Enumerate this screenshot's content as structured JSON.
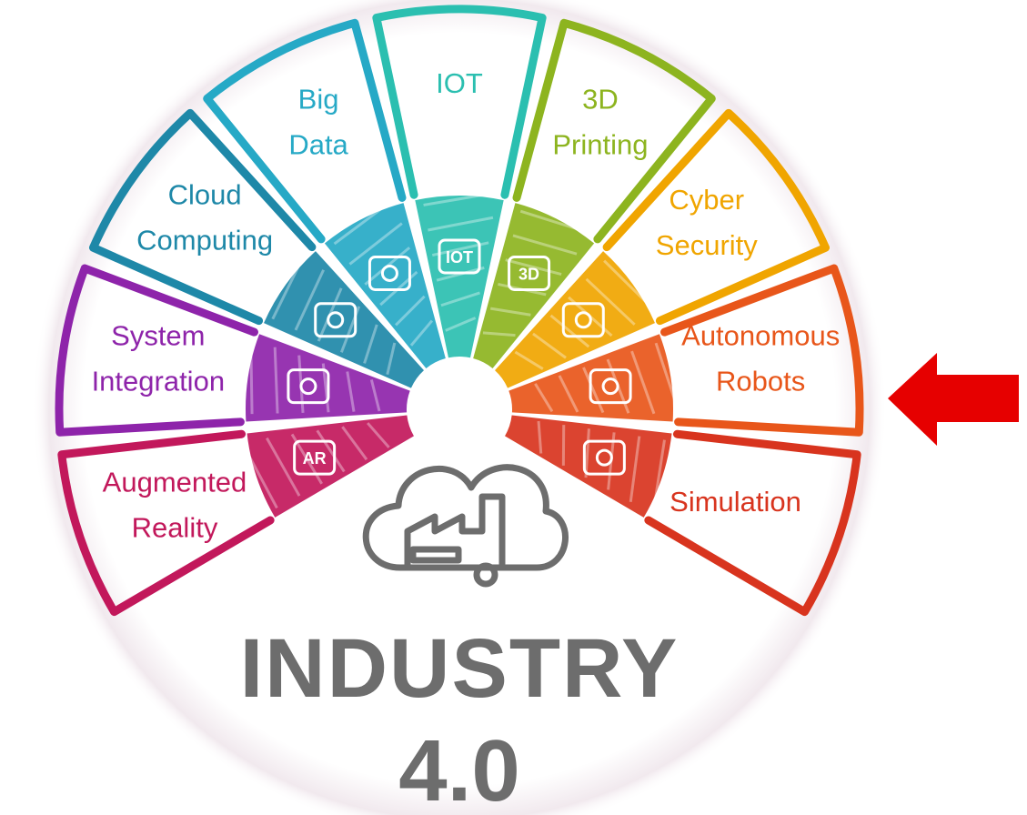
{
  "diagram": {
    "title": "INDUSTRY",
    "version": "4.0",
    "segments": [
      {
        "label_lines": [
          "Augmented",
          "Reality"
        ],
        "color": "#c2185b",
        "icon": "ar-glasses-icon",
        "icon_text": "AR"
      },
      {
        "label_lines": [
          "System",
          "Integration"
        ],
        "color": "#8e24aa",
        "icon": "database-sync-icon",
        "icon_text": ""
      },
      {
        "label_lines": [
          "Cloud",
          "Computing"
        ],
        "color": "#1e88a8",
        "icon": "cloud-upload-icon",
        "icon_text": ""
      },
      {
        "label_lines": [
          "Big",
          "Data"
        ],
        "color": "#26a9c6",
        "icon": "data-analytics-icon",
        "icon_text": ""
      },
      {
        "label_lines": [
          "IOT"
        ],
        "color": "#2bbfb0",
        "icon": "iot-chip-icon",
        "icon_text": "IOT"
      },
      {
        "label_lines": [
          "3D",
          "Printing"
        ],
        "color": "#8db41f",
        "icon": "3d-printer-icon",
        "icon_text": "3D"
      },
      {
        "label_lines": [
          "Cyber",
          "Security"
        ],
        "color": "#f0a500",
        "icon": "padlock-icon",
        "icon_text": ""
      },
      {
        "label_lines": [
          "Autonomous",
          "Robots"
        ],
        "color": "#e8561a",
        "icon": "robot-arm-icon",
        "icon_text": ""
      },
      {
        "label_lines": [
          "Simulation"
        ],
        "color": "#d8341e",
        "icon": "simulation-play-icon",
        "icon_text": ""
      }
    ],
    "center_icon": "factory-cloud-icon",
    "pointer": {
      "icon": "left-arrow-icon",
      "color": "#e60000",
      "points_to": "Autonomous Robots"
    },
    "title_color": "#6d6d6d"
  }
}
